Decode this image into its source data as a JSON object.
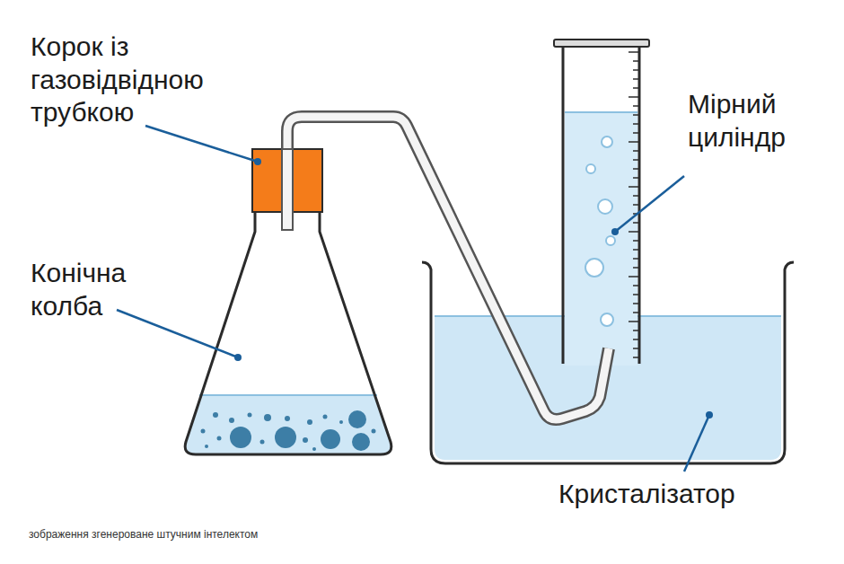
{
  "diagram": {
    "labels": [
      "Корок із газовідвідною трубкою",
      "Конічна колба",
      "Мірний циліндр",
      "Кристалізатор",
      "зображення згенероване штучним інтелектом"
    ]
  }
}
